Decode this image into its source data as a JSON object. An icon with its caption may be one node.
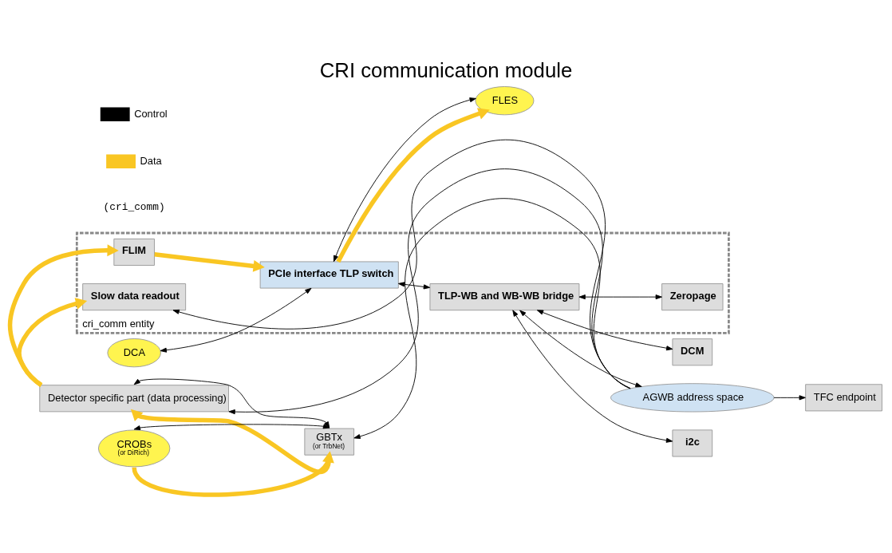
{
  "diagram": {
    "title": "CRI communication module",
    "nodes": [
      {
        "text": [
          "cri_comm entity"
        ]
      },
      {
        "text": [
          "PCIe interface TLP switch"
        ],
        "in": 0
      },
      {
        "text": [
          "TLP-WB and WB-WB bridge"
        ],
        "in": 0
      },
      {
        "text": [
          "FLIM"
        ],
        "in": 0
      },
      {
        "text": [
          "Slow data readout"
        ],
        "in": 0
      },
      {
        "text": [
          "Zeropage"
        ],
        "in": 0
      },
      {
        "text": [
          "DCA"
        ]
      },
      {
        "text": [
          "FLES"
        ]
      },
      {
        "text": [
          "i2c"
        ]
      },
      {
        "text": [
          "DCM"
        ]
      },
      {
        "text": [
          "AGWB address space"
        ]
      },
      {
        "text": [
          "TFC endpoint"
        ]
      },
      {
        "text": [
          "Detector specific part (data processing)"
        ]
      },
      {
        "text": [
          "GBTx",
          "(or TrbNet)"
        ]
      },
      {
        "text": [
          "CROBs",
          "(or DiRich)"
        ]
      }
    ],
    "edges": [
      {
        "from": 6,
        "to": 1,
        "arrow": "both"
      },
      {
        "from": 1,
        "to": 2,
        "arrow": "both"
      },
      {
        "from": 3,
        "to": 1,
        "arrow": "to",
        "style": "thick",
        "color": "#f9c623"
      },
      {
        "from": 1,
        "to": 7,
        "arrow": "to",
        "style": "thick",
        "color": "#f9c623"
      },
      {
        "from": 7,
        "to": 1,
        "arrow": "both"
      },
      {
        "from": 12,
        "to": 3,
        "arrow": "to",
        "style": "thick",
        "color": "#f9c623"
      },
      {
        "from": 12,
        "to": 4,
        "arrow": "to",
        "style": "thick",
        "color": "#f9c623"
      },
      {
        "from": 2,
        "to": 8,
        "arrow": "both"
      },
      {
        "from": 2,
        "to": 9,
        "arrow": "both"
      },
      {
        "from": 2,
        "to": 5,
        "arrow": "both"
      },
      {
        "from": 2,
        "to": 10,
        "arrow": "both"
      },
      {
        "from": 10,
        "to": 4,
        "arrow": "to"
      },
      {
        "from": 10,
        "to": 11,
        "arrow": "to"
      },
      {
        "from": 10,
        "to": 12,
        "arrow": "to"
      },
      {
        "from": 10,
        "to": 13,
        "arrow": "to"
      },
      {
        "from": 12,
        "to": 13,
        "arrow": "both"
      },
      {
        "from": 13,
        "to": 12,
        "arrow": "to",
        "style": "thick",
        "color": "#f9c623"
      },
      {
        "from": 14,
        "to": 13,
        "arrow": "both"
      },
      {
        "from": 14,
        "to": 13,
        "arrow": "to",
        "style": "thick",
        "color": "#f9c623"
      }
    ],
    "labels": [
      "(cri_comm)"
    ],
    "legend": [
      {
        "text": "Control"
      },
      {
        "text": "Data"
      }
    ]
  }
}
